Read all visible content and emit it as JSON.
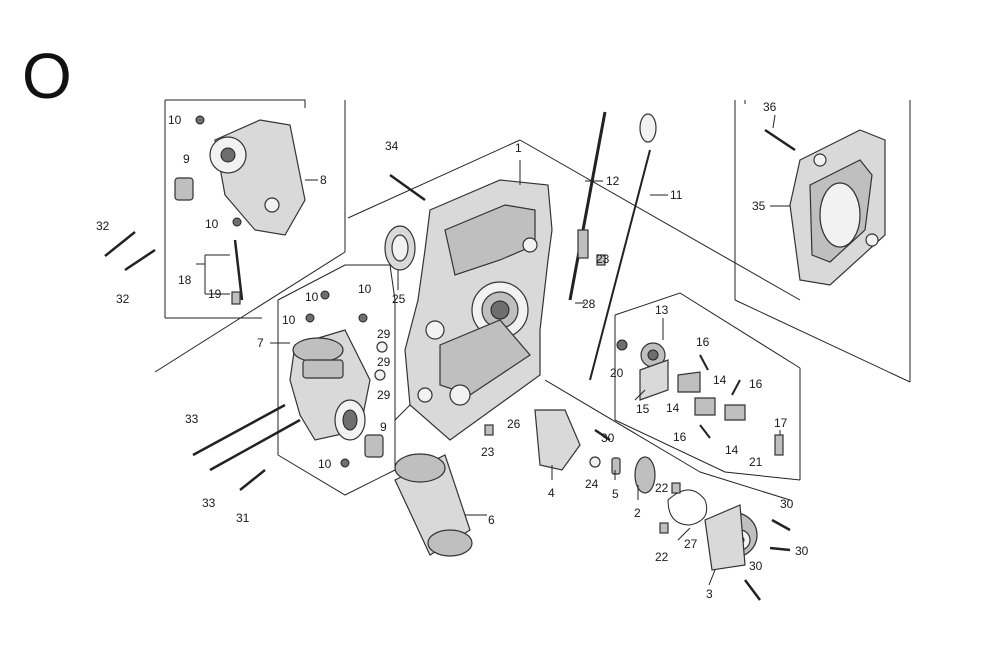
{
  "section_letter": "O",
  "callouts": {
    "c1": "1",
    "c2": "2",
    "c3": "3",
    "c4": "4",
    "c5": "5",
    "c6": "6",
    "c7": "7",
    "c8": "8",
    "c9a": "9",
    "c9b": "9",
    "c10a": "10",
    "c10b": "10",
    "c10c": "10",
    "c10d": "10",
    "c10e": "10",
    "c10f": "10",
    "c11": "11",
    "c12": "12",
    "c13": "13",
    "c14a": "14",
    "c14b": "14",
    "c14c": "14",
    "c15": "15",
    "c16a": "16",
    "c16b": "16",
    "c16c": "16",
    "c17": "17",
    "c18": "18",
    "c19": "19",
    "c20": "20",
    "c21": "21",
    "c22a": "22",
    "c22b": "22",
    "c23a": "23",
    "c23b": "23",
    "c24": "24",
    "c25": "25",
    "c26": "26",
    "c27": "27",
    "c28": "28",
    "c29a": "29",
    "c29b": "29",
    "c30a": "30",
    "c30b": "30",
    "c30c": "30",
    "c30d": "30",
    "c31": "31",
    "c32a": "32",
    "c32b": "32",
    "c33a": "33",
    "c33b": "33",
    "c34": "34",
    "c35": "35",
    "c36": "36"
  }
}
